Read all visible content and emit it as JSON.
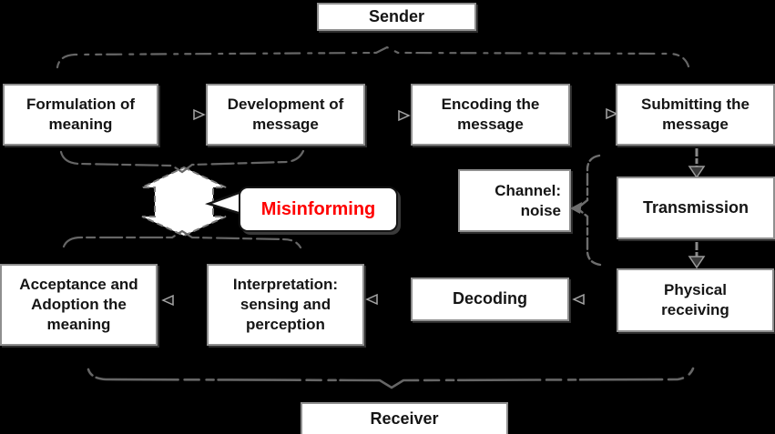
{
  "colors": {
    "background": "#000000",
    "box_fill": "#ffffff",
    "box_text": "#151515",
    "connector": "#6a6a6a",
    "misinforming_text": "#ff0000"
  },
  "nodes": {
    "sender": {
      "label": "Sender"
    },
    "formulation": {
      "label": "Formulation of\nmeaning"
    },
    "development": {
      "label": "Development of\nmessage"
    },
    "encoding": {
      "label": "Encoding the\nmessage"
    },
    "submitting": {
      "label": "Submitting the\nmessage"
    },
    "channel": {
      "label": "Channel:\nnoise"
    },
    "transmission": {
      "label": "Transmission"
    },
    "acceptance": {
      "label": "Acceptance and\nAdoption the\nmeaning"
    },
    "interpretation": {
      "label": "Interpretation:\nsensing and\nperception"
    },
    "decoding": {
      "label": "Decoding"
    },
    "physical_receiving": {
      "label": "Physical\nreceiving"
    },
    "receiver": {
      "label": "Receiver"
    },
    "misinforming": {
      "label": "Misinforming"
    }
  }
}
